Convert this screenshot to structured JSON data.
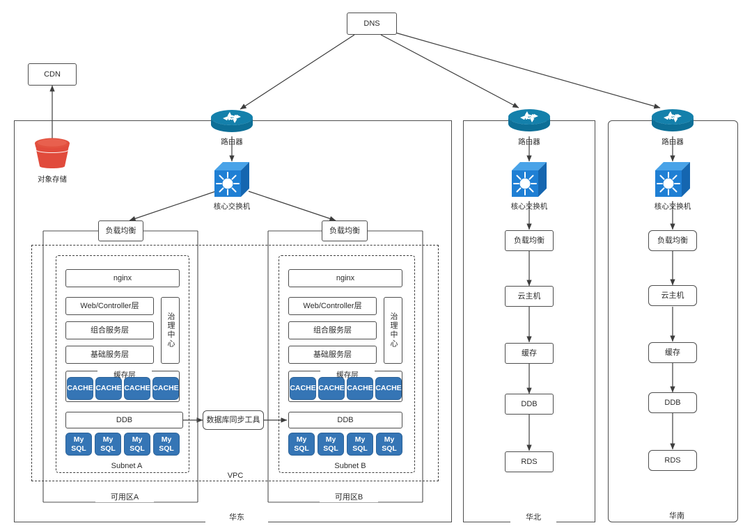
{
  "diagram": {
    "title": "Multi-region cloud deployment architecture",
    "colors": {
      "box_border": "#4d4d4d",
      "blue_node": "#3575b5",
      "router_teal": "#10749c",
      "switch_blue": "#1f7fd4",
      "bucket_red": "#e14b3c",
      "line": "#3d3d3d"
    }
  },
  "top": {
    "dns": "DNS",
    "cdn": "CDN",
    "object_storage": "对象存储"
  },
  "regions": [
    {
      "id": "east",
      "label": "华东",
      "vpc_label": "VPC",
      "router": "路由器",
      "switch": "核心交换机",
      "zones": [
        {
          "label": "可用区A",
          "load_balancer": "负载均衡",
          "subnet_label": "Subnet A",
          "nginx": "nginx",
          "layers": [
            "Web/Controller层",
            "组合服务层",
            "基础服务层"
          ],
          "governance": "治理中心",
          "cache_group_title": "缓存层",
          "cache_nodes": [
            "CACHE",
            "CACHE",
            "CACHE",
            "CACHE"
          ],
          "ddb": "DDB",
          "db_nodes": [
            "My SQL",
            "My SQL",
            "My SQL",
            "My SQL"
          ]
        },
        {
          "label": "可用区B",
          "load_balancer": "负载均衡",
          "subnet_label": "Subnet B",
          "nginx": "nginx",
          "layers": [
            "Web/Controller层",
            "组合服务层",
            "基础服务层"
          ],
          "governance": "治理中心",
          "cache_group_title": "缓存层",
          "cache_nodes": [
            "CACHE",
            "CACHE",
            "CACHE",
            "CACHE"
          ],
          "ddb": "DDB",
          "db_nodes": [
            "My SQL",
            "My SQL",
            "My SQL",
            "My SQL"
          ]
        }
      ],
      "sync_tool": "数据库同步工具"
    },
    {
      "id": "north",
      "label": "华北",
      "router": "路由器",
      "switch": "核心交换机",
      "chain": [
        "负载均衡",
        "云主机",
        "缓存",
        "DDB",
        "RDS"
      ]
    },
    {
      "id": "south",
      "label": "华南",
      "router": "路由器",
      "switch": "核心交换机",
      "chain": [
        "负载均衡",
        "云主机",
        "缓存",
        "DDB",
        "RDS"
      ]
    }
  ],
  "icons": {
    "router": "router-icon",
    "switch": "core-switch-icon",
    "bucket": "object-storage-bucket-icon"
  }
}
